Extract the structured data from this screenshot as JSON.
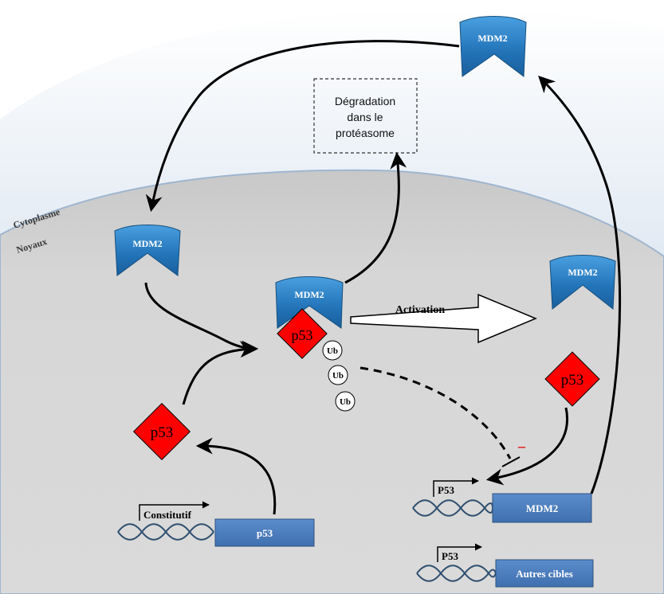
{
  "compartments": {
    "cytoplasm_label": "Cytoplasme",
    "nucleus_label": "Noyaux"
  },
  "proteins": {
    "mdm2_cytoplasm": "MDM2",
    "mdm2_nucleus_left": "MDM2",
    "mdm2_complex": "MDM2",
    "mdm2_nucleus_right": "MDM2",
    "p53_complex": "p53",
    "p53_left": "p53",
    "p53_right": "p53"
  },
  "ubiquitin": [
    "Ub",
    "Ub",
    "Ub"
  ],
  "degradation_box": {
    "line1": "Dégradation",
    "line2": "dans le",
    "line3": "protéasome"
  },
  "activation_label": "Activation",
  "inhibition_sign": "–",
  "genes": {
    "p53_gene": {
      "promoter": "Constitutif",
      "label": "p53"
    },
    "mdm2_gene": {
      "promoter": "P53",
      "label": "MDM2"
    },
    "other_gene": {
      "promoter": "P53",
      "label": "Autres cibles"
    }
  },
  "colors": {
    "mdm2_blue": "#2f7fc2",
    "p53_red": "#ff0000",
    "gene_box": "#4f81bd",
    "nucleus_gray": "#d4d4d4",
    "cytoplasm_blue": "#d7e4f0"
  }
}
